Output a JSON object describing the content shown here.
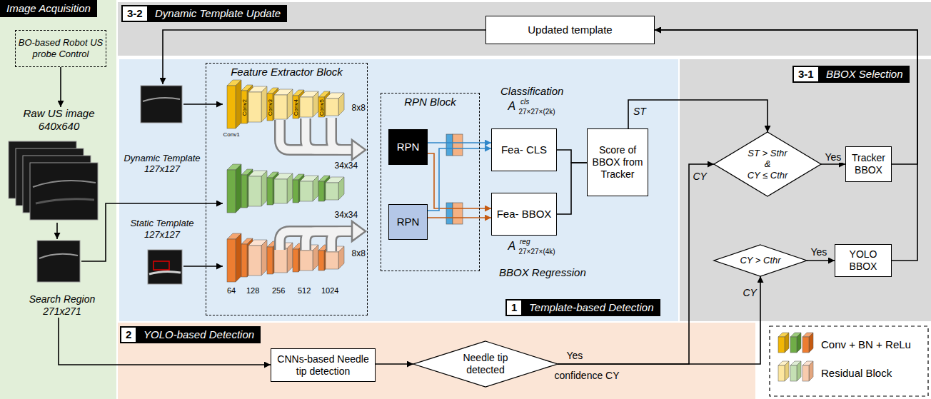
{
  "diagram": {
    "nodes": [
      {
        "text": [
          "Image Acquisition"
        ]
      },
      {
        "text": [
          "BO-based Robot US probe Control"
        ],
        "in": 0
      },
      {
        "text": [
          "Raw US image 640x640"
        ],
        "in": 0
      },
      {
        "text": [
          "Search Region 271x271"
        ],
        "in": 0
      },
      {
        "text": [
          "3-2",
          "Dynamic Template Update"
        ]
      },
      {
        "text": [
          "Updated template"
        ],
        "in": 4
      },
      {
        "text": [
          "1",
          "Template-based Detection"
        ]
      },
      {
        "text": [
          "Dynamic Template 127x127"
        ],
        "in": 6
      },
      {
        "text": [
          "Feature Extractor Block"
        ],
        "in": 6
      },
      {
        "text": [
          "Static Template 127x127"
        ],
        "in": 6
      },
      {
        "text": [
          "RPN Block"
        ],
        "in": 6
      },
      {
        "text": [
          "RPN"
        ],
        "in": 10
      },
      {
        "text": [
          "RPN"
        ],
        "in": 10
      },
      {
        "text": [
          "Fea- CLS"
        ],
        "in": 6
      },
      {
        "text": [
          "Fea- BBOX"
        ],
        "in": 6
      },
      {
        "text": [
          "Score of BBOX from Tracker"
        ],
        "in": 6
      },
      {
        "text": [
          "3-1",
          "BBOX Selection"
        ]
      },
      {
        "text": [
          "ST > Sthr",
          "&",
          "CY ≤ Cthr"
        ],
        "in": 16
      },
      {
        "text": [
          "Tracker BBOX"
        ],
        "in": 16
      },
      {
        "text": [
          "CY > Cthr"
        ],
        "in": 16
      },
      {
        "text": [
          "YOLO BBOX"
        ],
        "in": 16
      },
      {
        "text": [
          "2",
          "YOLO-based Detection"
        ]
      },
      {
        "text": [
          "CNNs-based Needle tip detection"
        ],
        "in": 21
      },
      {
        "text": [
          "Needle tip detected"
        ],
        "in": 21
      }
    ],
    "edges": [
      {
        "from": 1,
        "to": 2,
        "arrow": "to"
      },
      {
        "from": 2,
        "to": 3,
        "arrow": "to"
      },
      {
        "from": 3,
        "to": 22,
        "arrow": "to"
      },
      {
        "from": 5,
        "to": 7,
        "arrow": "to"
      },
      {
        "from": 11,
        "to": 13,
        "arrow": "to"
      },
      {
        "from": 11,
        "to": 14,
        "arrow": "to"
      },
      {
        "from": 12,
        "to": 13,
        "arrow": "to"
      },
      {
        "from": 12,
        "to": 14,
        "arrow": "to"
      },
      {
        "from": 13,
        "to": 15,
        "arrow": "none"
      },
      {
        "from": 14,
        "to": 15,
        "arrow": "none"
      },
      {
        "from": 15,
        "to": 17,
        "label": "ST",
        "arrow": "to"
      },
      {
        "from": 17,
        "to": 18,
        "label": "Yes",
        "arrow": "to"
      },
      {
        "from": 19,
        "to": 20,
        "label": "Yes",
        "arrow": "to"
      },
      {
        "from": 18,
        "to": 5,
        "arrow": "to"
      },
      {
        "from": 20,
        "to": 5,
        "arrow": "to"
      },
      {
        "from": 22,
        "to": 23,
        "arrow": "to"
      },
      {
        "from": 23,
        "to": 17,
        "label": "CY",
        "arrow": "to"
      },
      {
        "from": 23,
        "to": 19,
        "label": "CY",
        "arrow": "to"
      }
    ],
    "labels": [
      "8x8",
      "34x34",
      "34x34",
      "8x8",
      "64",
      "128",
      "256",
      "512",
      "1024",
      "Conv1",
      "Conv2",
      "Conv3",
      "Conv4",
      "Conv5",
      "Classification",
      "A",
      "cls",
      "27×27×(2k)",
      "BBOX Regression",
      "A",
      "reg",
      "27×27×(4k)",
      "Yes",
      "confidence CY"
    ],
    "legend": [
      {
        "text": "Conv + BN + ReLu"
      },
      {
        "text": "Residual Block"
      }
    ]
  }
}
